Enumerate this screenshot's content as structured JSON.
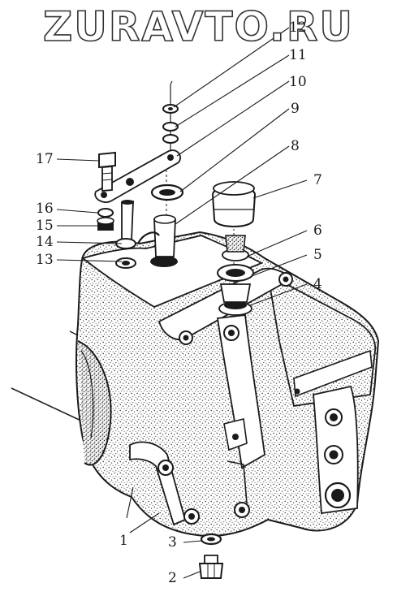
{
  "watermark": "ZURAVTO.RU",
  "callouts": [
    {
      "id": "1",
      "text": "1"
    },
    {
      "id": "2",
      "text": "2"
    },
    {
      "id": "3",
      "text": "3"
    },
    {
      "id": "4",
      "text": "4"
    },
    {
      "id": "5",
      "text": "5"
    },
    {
      "id": "6",
      "text": "6"
    },
    {
      "id": "7",
      "text": "7"
    },
    {
      "id": "8",
      "text": "8"
    },
    {
      "id": "9",
      "text": "9"
    },
    {
      "id": "10",
      "text": "10"
    },
    {
      "id": "11",
      "text": "11"
    },
    {
      "id": "12",
      "text": "12"
    },
    {
      "id": "13",
      "text": "13"
    },
    {
      "id": "14",
      "text": "14"
    },
    {
      "id": "15",
      "text": "15"
    },
    {
      "id": "16",
      "text": "16"
    },
    {
      "id": "17",
      "text": "17"
    }
  ]
}
